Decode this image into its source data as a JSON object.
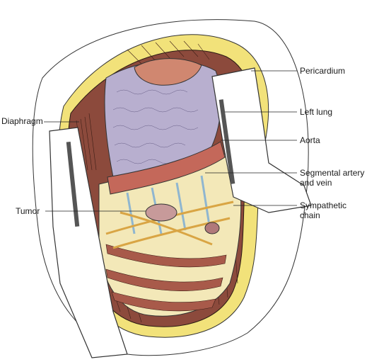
{
  "labels": {
    "pericardium": "Pericardium",
    "left_lung": "Left lung",
    "diaphragm": "Diaphragm",
    "aorta": "Aorta",
    "segmental_line1": "Segmental artery",
    "segmental_line2": "and vein",
    "tumor": "Tumor",
    "sympathetic_line1": "Sympathetic",
    "sympathetic_line2": "chain"
  },
  "colors": {
    "fat": "#f2e27a",
    "muscle": "#8c4a3c",
    "lung": "#b8afcf",
    "aorta": "#c4685a",
    "pericardium": "#d08770",
    "vessel": "#e8a33a",
    "nerve": "#d9a544",
    "rib": "#f3e8b8",
    "retractor": "#ffffff"
  }
}
